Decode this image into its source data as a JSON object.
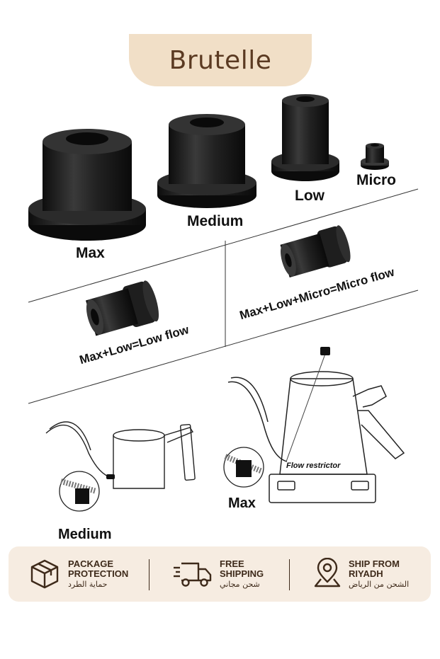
{
  "brand": {
    "name": "Brutelle"
  },
  "sizes": {
    "max": "Max",
    "medium": "Medium",
    "low": "Low",
    "micro": "Micro"
  },
  "combos": {
    "low_flow": "Max+Low=Low flow",
    "micro_flow": "Max+Low+Micro=Micro flow"
  },
  "kettle": {
    "flow_restrictor": "Flow restrictor",
    "max": "Max",
    "medium": "Medium"
  },
  "features": [
    {
      "title_line1": "PACKAGE",
      "title_line2": "PROTECTION",
      "arabic": "حماية الطرد",
      "icon": "package-icon"
    },
    {
      "title_line1": "FREE",
      "title_line2": "SHIPPING",
      "arabic": "شحن مجاني",
      "icon": "truck-icon"
    },
    {
      "title_line1": "SHIP FROM",
      "title_line2": "RIYADH",
      "arabic": "الشحن من الرياض",
      "icon": "location-pin-icon"
    }
  ],
  "colors": {
    "brand_brown": "#5b3a22",
    "banner_bg": "#f1dfc7",
    "footer_bg": "#f6ece1",
    "part_black": "#1c1c1c"
  }
}
